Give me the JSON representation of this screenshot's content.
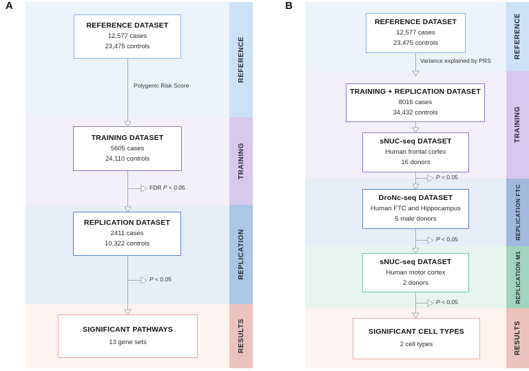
{
  "panel_a": {
    "label": "A",
    "sidebar": {
      "reference": "REFERENCE",
      "training": "TRAINING",
      "replication": "REPLICATION",
      "results": "RESULTS"
    },
    "boxes": [
      {
        "title": "REFERENCE DATASET",
        "line1": "12,577 cases",
        "line2": "23,475 controls"
      },
      {
        "title": "TRAINING DATASET",
        "line1": "5605 cases",
        "line2": "24,110 controls"
      },
      {
        "title": "REPLICATION DATASET",
        "line1": "2411 cases",
        "line2": "10,322 controls"
      },
      {
        "title": "SIGNIFICANT PATHWAYS",
        "line1": "13 gene sets"
      }
    ],
    "arrow_label": "Polygenic Risk Score",
    "branch1": {
      "pre": "FDR ",
      "p": "P",
      "post": " < 0.05"
    },
    "branch2": {
      "pre": "",
      "p": "P",
      "post": " < 0.05"
    }
  },
  "panel_b": {
    "label": "B",
    "sidebar": {
      "reference": "REFERENCE",
      "training": "TRAINING",
      "replication_ftc": "REPLICATION FTC",
      "replication_m1": "REPLICATION M1",
      "results": "RESULTS"
    },
    "boxes": [
      {
        "title": "REFERENCE DATASET",
        "line1": "12,577 cases",
        "line2": "23,475 controls"
      },
      {
        "title": "TRAINING + REPLICATION DATASET",
        "line1": "8016 cases",
        "line2": "34,432 controls"
      },
      {
        "title": "sNUC-seq DATASET",
        "line1": "Human frontal cortex",
        "line2": "16 donors"
      },
      {
        "title": "DroNc-seq DATASET",
        "line1": "Human FTC and Hippocampus",
        "line2": "5 male donors"
      },
      {
        "title": "sNUC-seq DATASET",
        "line1": "Human motor cortex",
        "line2": "2 donors"
      },
      {
        "title": "SIGNIFICANT CELL TYPES",
        "line1": "2 cell types"
      }
    ],
    "arrow_label": "Variance explained by PRS",
    "branch1": {
      "pre": "",
      "p": "P",
      "post": " < 0.05"
    },
    "branch2": {
      "pre": "",
      "p": "P",
      "post": " < 0.05"
    },
    "branch3": {
      "pre": "",
      "p": "P",
      "post": " < 0.05"
    }
  },
  "colors": {
    "bg_reference": "#edf3fb",
    "bg_training": "#f3f0fa",
    "bg_replication": "#e7eef8",
    "bg_replication_m1": "#e8f5ef",
    "bg_results": "#fdf3f0",
    "side_reference": "#cbe1f6",
    "side_training": "#d8c8ee",
    "side_replication": "#a9c6e5",
    "side_replication_ftc": "#a0b9dd",
    "side_replication_m1": "#a0d4bf",
    "side_results": "#ecc3bc",
    "border_blue": "#82b5e8",
    "border_purple": "#8f77ca",
    "border_steel": "#5584c5",
    "border_green": "#70c5a5",
    "border_salmon": "#ecab9f",
    "arrow_gray": "#a6abb2"
  }
}
